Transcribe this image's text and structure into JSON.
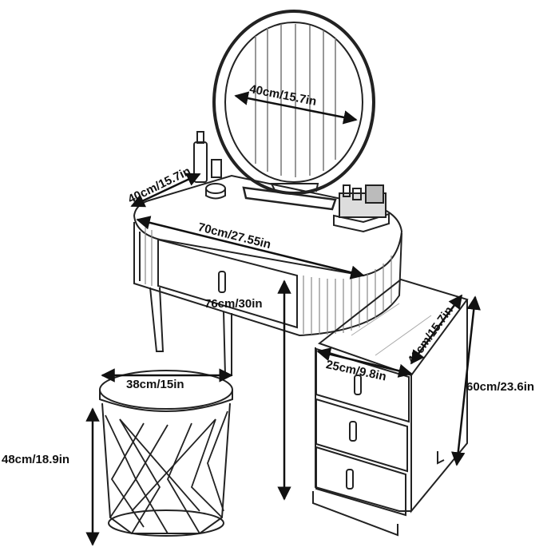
{
  "dimensions": {
    "mirror_diameter": "40cm/15.7in",
    "table_depth": "40cm/15.7in",
    "table_width": "70cm/27.55in",
    "table_height": "76cm/30in",
    "stool_diameter": "38cm/15in",
    "stool_height": "48cm/18.9in",
    "cabinet_width": "25cm/9.8in",
    "cabinet_depth": "40cm/15.7in",
    "cabinet_height": "60cm/23.6in"
  }
}
